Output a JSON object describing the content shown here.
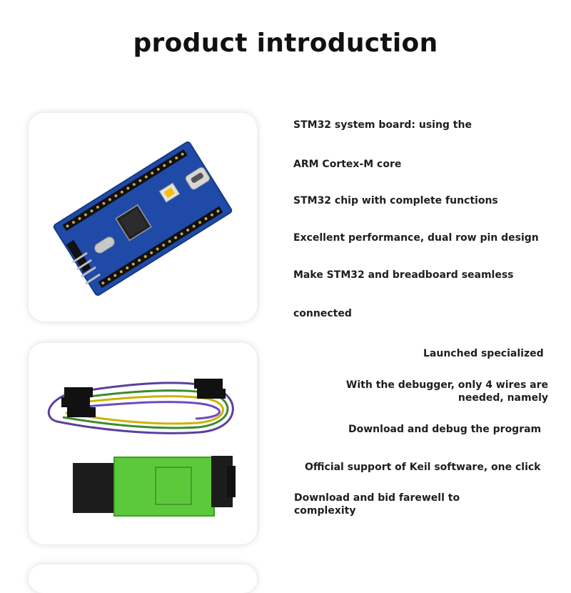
{
  "title": "product introduction",
  "board_section": {
    "lines": [
      "STM32 system board: using the",
      "ARM Cortex-M core",
      "STM32 chip with complete functions",
      "Excellent performance, dual row pin design",
      "Make STM32 and breadboard seamless",
      "connected"
    ]
  },
  "debugger_section": {
    "lines": [
      "Launched specialized",
      "With the debugger, only 4 wires are needed, namely",
      "Download and debug the program",
      "Official support of Keil software, one click",
      "Download and bid farewell to complexity"
    ]
  },
  "colors": {
    "pcb": "#1f4aa8",
    "debugger_body": "#5cc93a",
    "wire_purple": "#5b3fa0",
    "wire_green": "#3c8a2e"
  }
}
